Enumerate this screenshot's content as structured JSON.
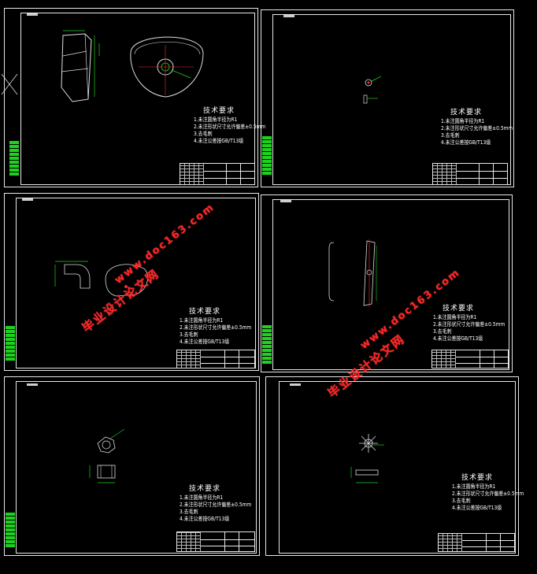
{
  "sheets": [
    {
      "tech_title": "技术要求",
      "lines": [
        "1.未注圆角半径为R1",
        "2.未注形状尺寸允许偏差±0.5mm",
        "3.去毛刺",
        "4.未注公差按GB/T13级"
      ]
    },
    {
      "tech_title": "技术要求",
      "lines": [
        "1.未注圆角半径为R1",
        "2.未注形状尺寸允许偏差±0.5mm",
        "3.去毛刺",
        "4.未注公差按GB/T13级"
      ]
    },
    {
      "tech_title": "技术要求",
      "lines": [
        "1.未注圆角半径为R1",
        "2.未注形状尺寸允许偏差±0.5mm",
        "3.去毛刺",
        "4.未注公差按GB/T13级"
      ]
    },
    {
      "tech_title": "技术要求",
      "lines": [
        "1.未注圆角半径为R1",
        "2.未注形状尺寸允许偏差±0.5mm",
        "3.去毛刺",
        "4.未注公差按GB/T13级"
      ]
    },
    {
      "tech_title": "技术要求",
      "lines": [
        "1.未注圆角半径为R1",
        "2.未注形状尺寸允许偏差±0.5mm",
        "3.去毛刺",
        "4.未注公差按GB/T13级"
      ]
    },
    {
      "tech_title": "技术要求",
      "lines": [
        "1.未注圆角半径为R1",
        "2.未注形状尺寸允许偏差±0.5mm",
        "3.去毛刺",
        "4.未注公差按GB/T13级"
      ]
    }
  ],
  "watermarks": [
    {
      "cn": "毕业设计论文网",
      "url": "www.doc163.com"
    },
    {
      "cn": "毕业设计论文网",
      "url": "www.doc163.com"
    }
  ],
  "colors": {
    "line": "#e8e8e8",
    "dim": "#1fd11f",
    "watermark": "#ff2222",
    "accent_center": "#ff2a2a"
  }
}
